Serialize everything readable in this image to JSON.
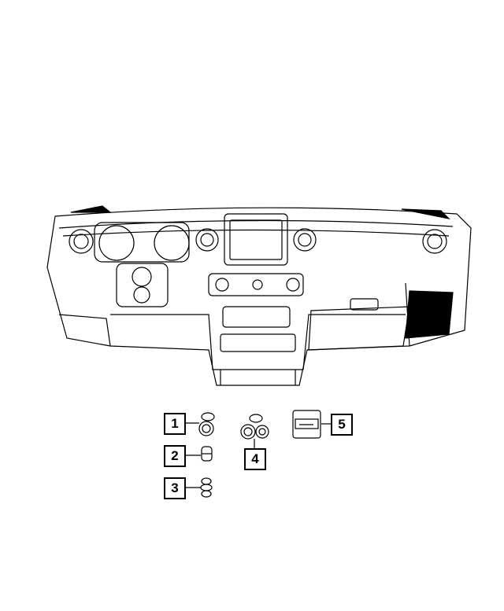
{
  "diagram": {
    "subject": "instrument-panel-assembly",
    "callouts": [
      {
        "label": "1",
        "part": "power-outlet"
      },
      {
        "label": "2",
        "part": "outlet-insert"
      },
      {
        "label": "3",
        "part": "outlet-plug"
      },
      {
        "label": "4",
        "part": "dual-outlet"
      },
      {
        "label": "5",
        "part": "usb-port-module"
      }
    ],
    "colors": {
      "line": "#000000",
      "background": "#ffffff"
    }
  }
}
